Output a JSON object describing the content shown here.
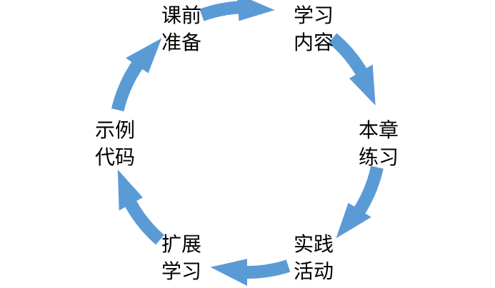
{
  "diagram": {
    "type": "cycle",
    "arrow_color": "#5B9BD5",
    "steps": [
      {
        "line1": "课前",
        "line2": "准备"
      },
      {
        "line1": "学习",
        "line2": "内容"
      },
      {
        "line1": "本章",
        "line2": "练习"
      },
      {
        "line1": "实践",
        "line2": "活动"
      },
      {
        "line1": "扩展",
        "line2": "学习"
      },
      {
        "line1": "示例",
        "line2": "代码"
      }
    ]
  }
}
